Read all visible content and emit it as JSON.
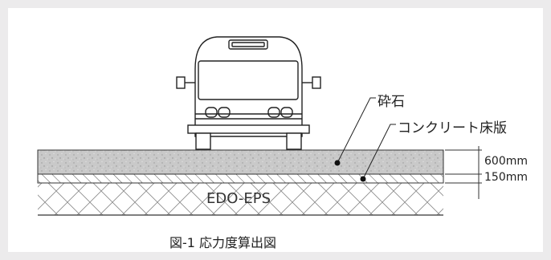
{
  "figure": {
    "caption": "図-1 応力度算出図",
    "labels": {
      "gravel": "砕石",
      "concrete_slab": "コンクリート床版",
      "eps": "EDO-EPS"
    },
    "dimensions": {
      "gravel_thickness": "600mm",
      "slab_thickness": "150mm"
    }
  }
}
